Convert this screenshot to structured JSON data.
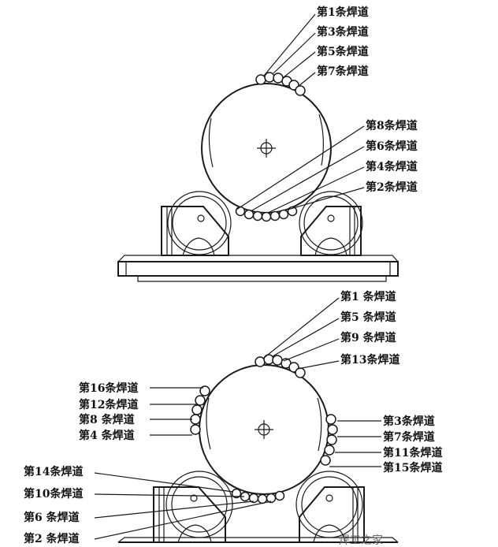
{
  "top_figure": {
    "labels": [
      "第1条焊道",
      "第3条焊道",
      "第5条焊道",
      "第7条焊道",
      "第8条焊道",
      "第6条焊道",
      "第4条焊道",
      "第2条焊道"
    ]
  },
  "bottom_figure": {
    "labels_top": [
      "第1 条焊道",
      "第5 条焊道",
      "第9 条焊道",
      "第13条焊道"
    ],
    "labels_left": [
      "第16条焊道",
      "第12条焊道",
      "第8 条焊道",
      "第4 条焊道"
    ],
    "labels_right": [
      "第3条焊道",
      "第7条焊道",
      "第11条焊道",
      "第15条焊道"
    ],
    "labels_bottom_left": [
      "第14条焊道",
      "第10条焊道",
      "第6 条焊道",
      "第2 条焊道"
    ]
  },
  "watermark": "焊工之家"
}
